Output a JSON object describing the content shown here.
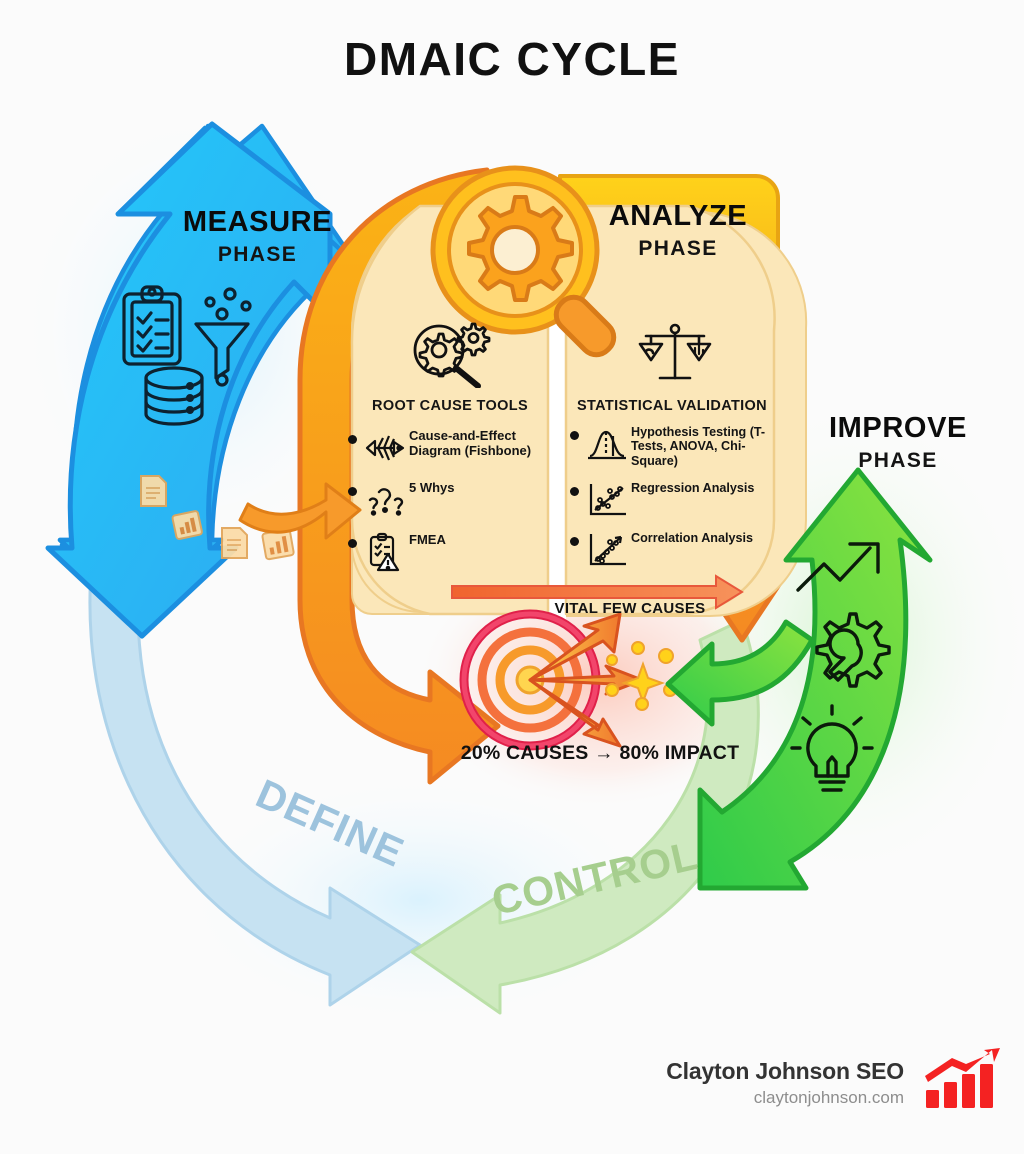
{
  "title": "DMAIC CYCLE",
  "phases": {
    "measure": {
      "name": "MEASURE",
      "sub": "PHASE",
      "icons": [
        "clipboard-checklist-icon",
        "funnel-icon",
        "database-icon"
      ],
      "color": "#29BEF5"
    },
    "analyze": {
      "name": "ANALYZE",
      "sub": "PHASE",
      "icons": [
        "magnifier-gear-icon"
      ],
      "color": "#F5C517"
    },
    "improve": {
      "name": "IMPROVE",
      "sub": "PHASE",
      "icons": [
        "trend-up-arrow-icon",
        "gear-wrench-icon",
        "lightbulb-icon"
      ],
      "color": "#3FD23F"
    },
    "define": {
      "name": "DEFINE",
      "color": "#9dc3dd"
    },
    "control": {
      "name": "CONTROL",
      "color": "#a6ce8e"
    }
  },
  "panels": {
    "root_cause": {
      "title": "ROOT CAUSE TOOLS",
      "header_icon": "magnifier-gears-icon",
      "items": [
        {
          "icon": "fishbone-diagram-icon",
          "label": "Cause-and-Effect Diagram (Fishbone)"
        },
        {
          "icon": "question-marks-icon",
          "label": "5 Whys"
        },
        {
          "icon": "clipboard-warning-icon",
          "label": "FMEA"
        }
      ]
    },
    "statistical": {
      "title": "STATISTICAL VALIDATION",
      "header_icon": "balance-scale-icon",
      "items": [
        {
          "icon": "bell-curve-icon",
          "label": "Hypothesis Testing (T-Tests, ANOVA, Chi-Square)"
        },
        {
          "icon": "scatter-regression-icon",
          "label": "Regression Analysis"
        },
        {
          "icon": "scatter-correlation-icon",
          "label": "Correlation Analysis"
        }
      ]
    }
  },
  "center": {
    "vital_caption": "VITAL FEW CAUSES",
    "impact_caption": "20% CAUSES → 80% IMPACT",
    "icons": [
      "target-arrows-icon",
      "spark-cluster-icon"
    ]
  },
  "flow_icons": [
    "document-icon",
    "bar-chart-doc-icon",
    "document-icon",
    "bar-chart-doc-icon"
  ],
  "footer": {
    "brand_name": "Clayton Johnson SEO",
    "website": "claytonjohnson.com",
    "logo_icon": "growth-bar-chart-icon",
    "logo_color": "#F42222"
  }
}
